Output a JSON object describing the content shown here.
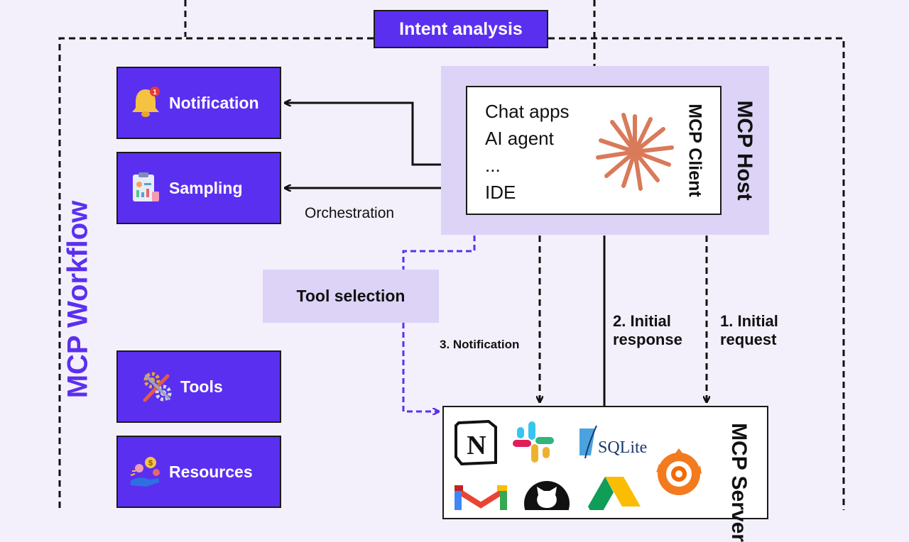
{
  "intent_analysis": "Intent analysis",
  "workflow_title": "MCP Workflow",
  "left_boxes": {
    "notification": "Notification",
    "notification_badge": "1",
    "sampling": "Sampling",
    "tools": "Tools",
    "resources": "Resources",
    "resources_coin": "$"
  },
  "host": {
    "title": "MCP Host",
    "client_title": "MCP Client",
    "items": [
      "Chat apps",
      "AI agent",
      "...",
      "IDE"
    ]
  },
  "orchestration": "Orchestration",
  "tool_selection": "Tool selection",
  "arrows": {
    "notification": "3. Notification",
    "response_line1": "2. Initial",
    "response_line2": "response",
    "request_line1": "1. Initial",
    "request_line2": "request"
  },
  "server": {
    "title": "MCP Server",
    "notion_letter": "N",
    "sqlite_text": "SQLite"
  },
  "colors": {
    "primary": "#5b2ff0",
    "host_bg": "#dcd3f6",
    "claude_orange": "#d97a5a"
  },
  "icons": [
    "bell-icon",
    "clipboard-chart-icon",
    "gear-wrench-icon",
    "coins-hand-icon",
    "claude-sunburst-icon",
    "notion-icon",
    "slack-icon",
    "sqlite-icon",
    "grafana-icon",
    "gmail-icon",
    "github-icon",
    "google-drive-icon"
  ]
}
